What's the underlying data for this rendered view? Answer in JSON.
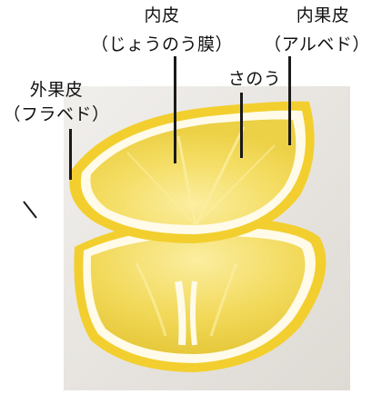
{
  "labels": {
    "inner_skin": "内皮",
    "inner_skin_note": "（じょうのう膜）",
    "endocarp": "内果皮",
    "endocarp_note": "（アルベド）",
    "juice_sacs": "さのう",
    "exocarp": "外果皮",
    "exocarp_note": "（フラベド）"
  },
  "colors": {
    "flesh": "#f4dd63",
    "flesh_light": "#fbeea0",
    "rind": "#f2cf2e",
    "albedo": "#fffbe8",
    "background_cloth": "#e9e6e1",
    "line": "#1a1a1a"
  }
}
